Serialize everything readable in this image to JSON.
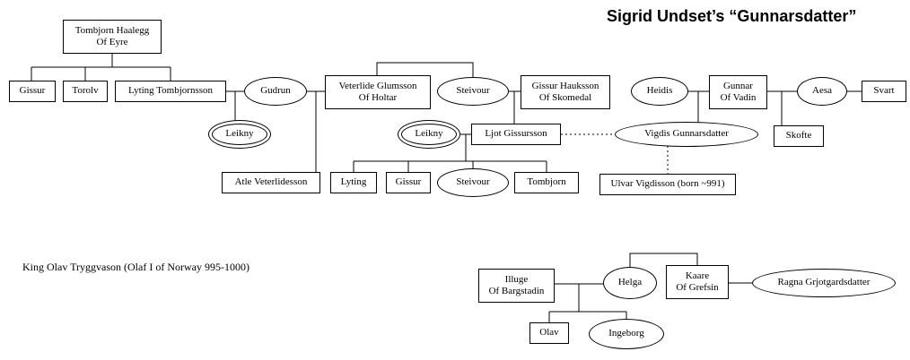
{
  "title": "Sigrid Undset’s “Gunnarsdatter”",
  "annotation": "King Olav Tryggvason (Olaf I of Norway 995-1000)",
  "nodes": {
    "tombjorn_haalegg": "Tombjorn Haalegg\nOf Eyre",
    "gissur_a": "Gissur",
    "torolv": "Torolv",
    "lyting_tombjornsson": "Lyting Tombjornsson",
    "gudrun": "Gudrun",
    "veterlide_glumsson": "Veterlide Glumsson\nOf Holtar",
    "steivour_a": "Steivour",
    "gissur_hauksson": "Gissur Hauksson\nOf Skomedal",
    "heidis": "Heidis",
    "gunnar_of_vadin": "Gunnar\nOf Vadin",
    "aesa": "Aesa",
    "svart": "Svart",
    "leikny_a": "Leikny",
    "leikny_b": "Leikny",
    "ljot_gissursson": "Ljot Gissursson",
    "vigdis_gunnarsdatter": "Vigdis Gunnarsdatter",
    "skofte": "Skofte",
    "atle_veterlidesson": "Atle Veterlidesson",
    "lyting_b": "Lyting",
    "gissur_b": "Gissur",
    "steivour_b": "Steivour",
    "tombjorn_b": "Tombjorn",
    "ulvar_vigdisson": "Ulvar Vigdisson (born ~991)",
    "illuge": "Illuge\nOf Bargstadin",
    "helga": "Helga",
    "kaare_of_grefsin": "Kaare\nOf Grefsin",
    "ragna_grjotgardsdatter": "Ragna Grjotgardsdatter",
    "olav": "Olav",
    "ingeborg": "Ingeborg"
  },
  "line_color": "#000000"
}
